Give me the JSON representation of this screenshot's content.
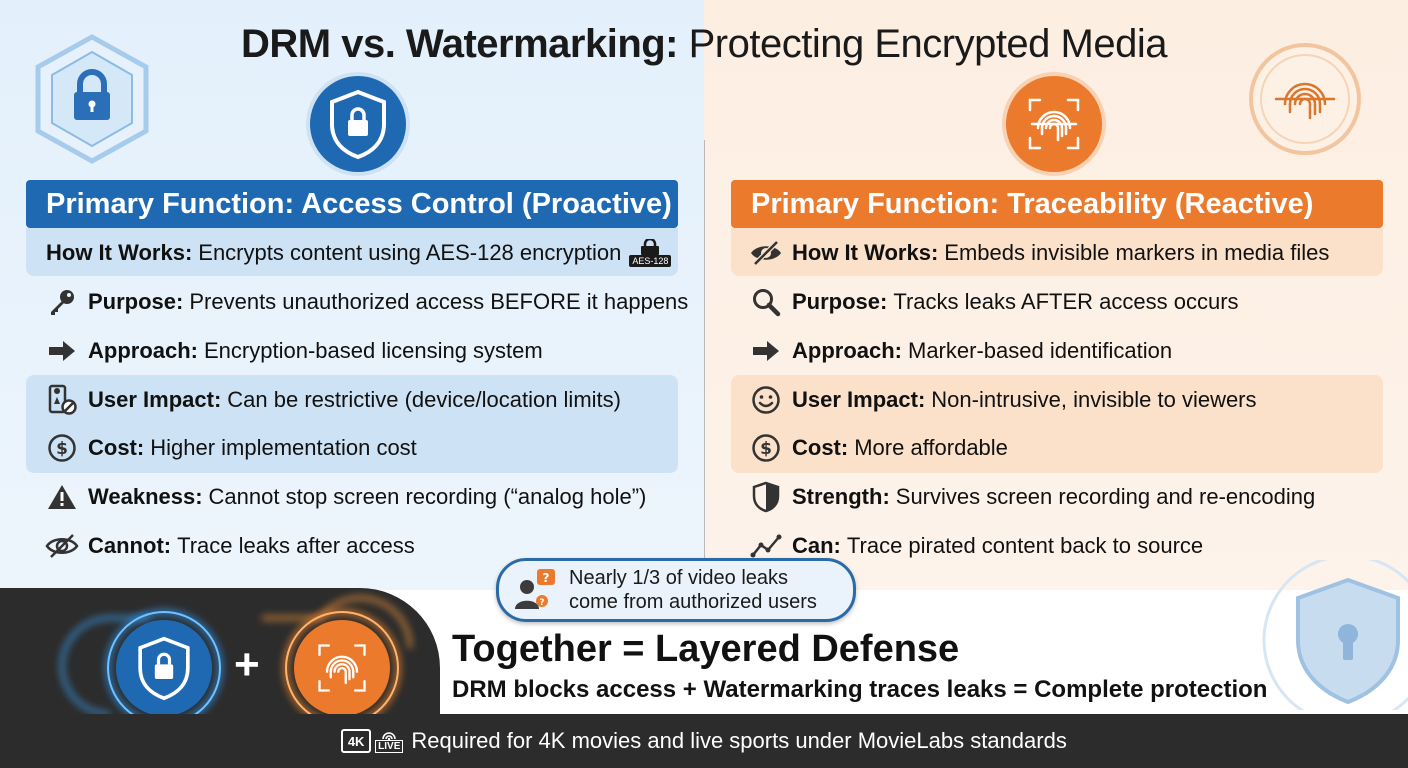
{
  "title": {
    "bold": "DRM vs. Watermarking:",
    "rest": " Protecting Encrypted Media"
  },
  "drm": {
    "header": "Primary Function: Access Control (Proactive)",
    "aes_badge": "AES-128",
    "rows": [
      {
        "label": "How It Works:",
        "text": "Encrypts content using AES-128 encryption",
        "icon": "lock-icon"
      },
      {
        "label": "Purpose:",
        "text": "Prevents unauthorized access BEFORE it happens",
        "icon": "key-icon"
      },
      {
        "label": "Approach:",
        "text": "Encryption-based licensing system",
        "icon": "arrow-right-icon"
      },
      {
        "label": "User Impact:",
        "text": "Can be restrictive (device/location limits)",
        "icon": "phone-restricted-icon"
      },
      {
        "label": "Cost:",
        "text": "Higher implementation cost",
        "icon": "dollar-icon"
      },
      {
        "label": "Weakness:",
        "text": "Cannot stop screen recording (“analog hole”)",
        "icon": "warning-icon"
      },
      {
        "label": "Cannot:",
        "text": "Trace leaks after access",
        "icon": "eye-slash-icon"
      }
    ]
  },
  "watermark": {
    "header": "Primary Function: Traceability (Reactive)",
    "rows": [
      {
        "label": "How It Works:",
        "text": "Embeds invisible markers in media files",
        "icon": "eye-slash-icon"
      },
      {
        "label": "Purpose:",
        "text": "Tracks leaks AFTER access occurs",
        "icon": "magnifier-icon"
      },
      {
        "label": "Approach:",
        "text": "Marker-based identification",
        "icon": "arrow-right-icon"
      },
      {
        "label": "User Impact:",
        "text": "Non-intrusive, invisible to viewers",
        "icon": "smiley-icon"
      },
      {
        "label": "Cost:",
        "text": "More affordable",
        "icon": "dollar-icon"
      },
      {
        "label": "Strength:",
        "text": "Survives screen recording and re-encoding",
        "icon": "shield-icon"
      },
      {
        "label": "Can:",
        "text": "Trace pirated content back to source",
        "icon": "trend-line-icon"
      }
    ]
  },
  "callout": {
    "line1": "Nearly 1/3 of video leaks",
    "line2": "come from authorized users"
  },
  "together": {
    "plus": "+",
    "title": "Together = Layered Defense",
    "subtitle": "DRM blocks access + Watermarking traces leaks = Complete protection"
  },
  "footer": {
    "badge_4k": "4K",
    "badge_live": "LIVE",
    "text": "Required for 4K movies and live sports under MovieLabs standards"
  },
  "colors": {
    "blue": "#1f69b3",
    "orange": "#ec7a2c",
    "dark": "#2c2c2c"
  }
}
